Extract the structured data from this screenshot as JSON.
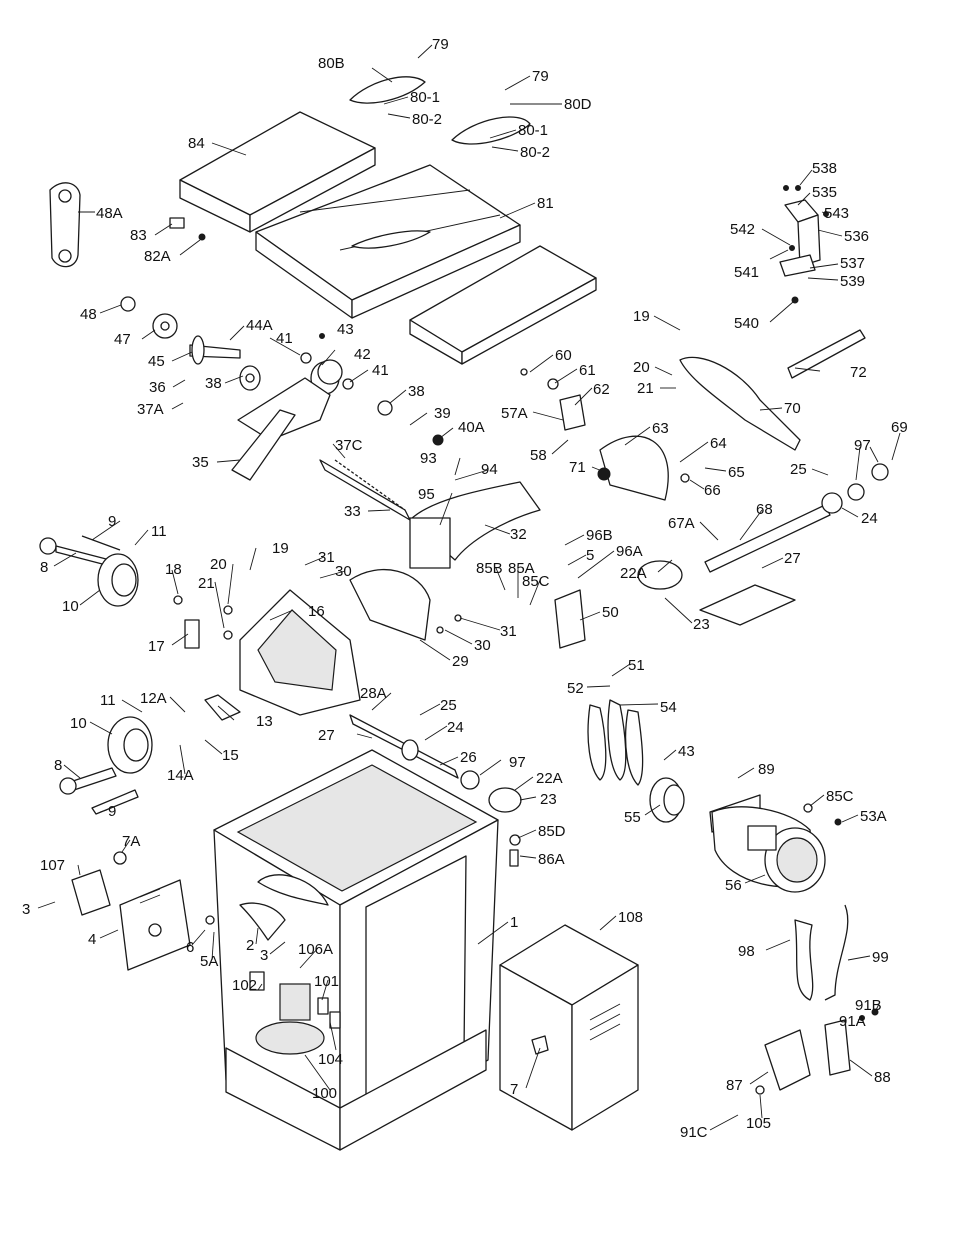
{
  "callouts": [
    "79",
    "80B",
    "79",
    "80D",
    "80-1",
    "80-2",
    "80-1",
    "80-2",
    "84",
    "48A",
    "81",
    "83",
    "82A",
    "538",
    "535",
    "543",
    "542",
    "536",
    "541",
    "537",
    "539",
    "540",
    "48",
    "44A",
    "43",
    "47",
    "41",
    "42",
    "45",
    "41",
    "36",
    "38",
    "37A",
    "38",
    "39",
    "40A",
    "35",
    "37C",
    "93",
    "94",
    "95",
    "33",
    "32",
    "19",
    "72",
    "20",
    "21",
    "70",
    "60",
    "61",
    "62",
    "57A",
    "58",
    "63",
    "64",
    "71",
    "65",
    "66",
    "69",
    "97",
    "25",
    "24",
    "9",
    "11",
    "8",
    "10",
    "18",
    "20",
    "19",
    "21",
    "31",
    "30",
    "16",
    "17",
    "29",
    "31",
    "30",
    "96B",
    "5",
    "96A",
    "85B",
    "85A",
    "85C",
    "50",
    "67A",
    "68",
    "22A",
    "27",
    "23",
    "51",
    "52",
    "28A",
    "11",
    "12A",
    "13",
    "10",
    "15",
    "14A",
    "8",
    "9",
    "25",
    "27",
    "24",
    "26",
    "97",
    "22A",
    "23",
    "54",
    "43",
    "89",
    "55",
    "85C",
    "53A",
    "56",
    "7A",
    "85D",
    "86A",
    "107",
    "3",
    "4",
    "6",
    "5A",
    "2",
    "3",
    "106A",
    "1",
    "108",
    "98",
    "99",
    "101",
    "102",
    "104",
    "91B",
    "91A",
    "100",
    "87",
    "88",
    "7",
    "91C",
    "105"
  ]
}
